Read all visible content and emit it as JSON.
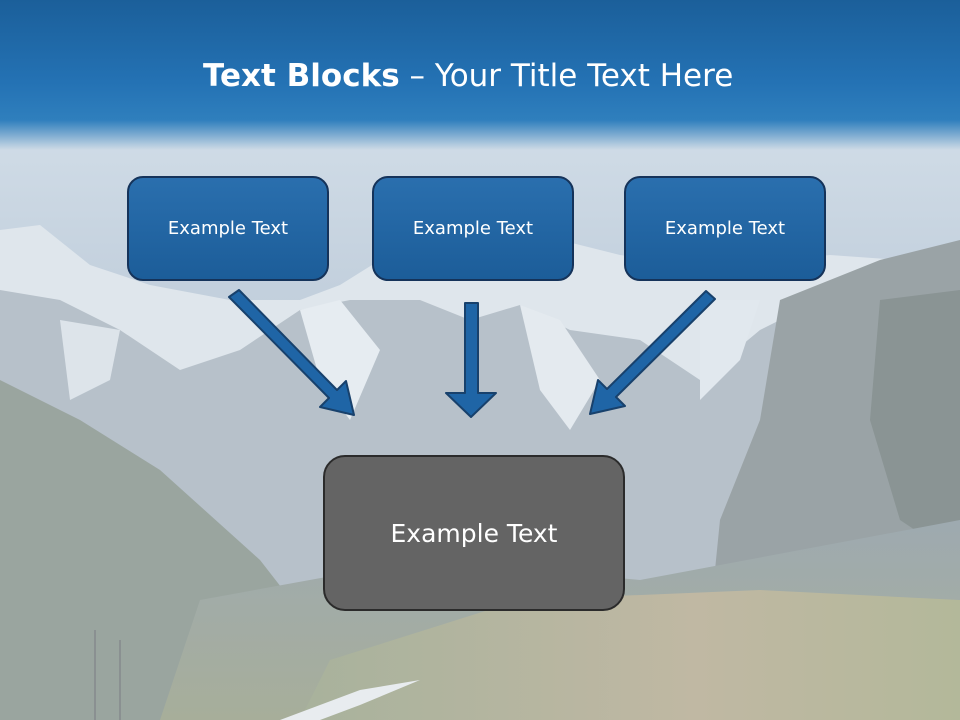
{
  "title": {
    "bold": "Text Blocks",
    "separator": "–",
    "rest": "Your Title Text Here"
  },
  "blocks": [
    {
      "label": "Example Text"
    },
    {
      "label": "Example Text"
    },
    {
      "label": "Example Text"
    }
  ],
  "target": {
    "label": "Example Text"
  },
  "colors": {
    "accent": "#1f65a6",
    "box_border": "#15335a",
    "target_fill": "#646464"
  }
}
